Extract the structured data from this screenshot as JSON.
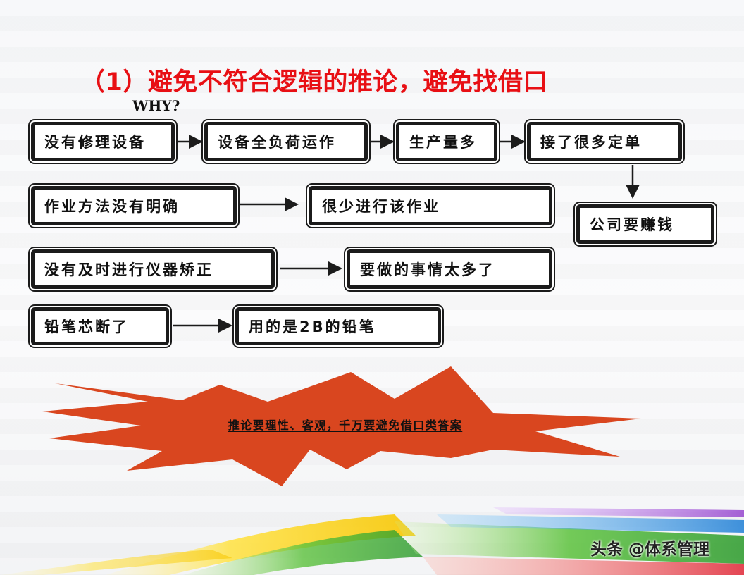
{
  "title": "（1）避免不符合逻辑的推论，避免找借口",
  "subtitle": "WHY?",
  "rows": [
    {
      "boxes": [
        "没有修理设备",
        "设备全负荷运作",
        "生产量多",
        "接了很多定单"
      ]
    },
    {
      "boxes": [
        "作业方法没有明确",
        "很少进行该作业"
      ]
    },
    {
      "boxes": [
        "没有及时进行仪器矫正",
        "要做的事情太多了"
      ]
    },
    {
      "boxes": [
        "铅笔芯断了",
        "用的是2B的铅笔"
      ]
    }
  ],
  "branch_box": "公司要赚钱",
  "conclusion": "推论要理性、客观，千万要避免借口类答案",
  "watermark": "头条 @体系管理",
  "colors": {
    "title": "#e80f14",
    "burst": "#d9461f",
    "box_border": "#1b1b1b"
  }
}
